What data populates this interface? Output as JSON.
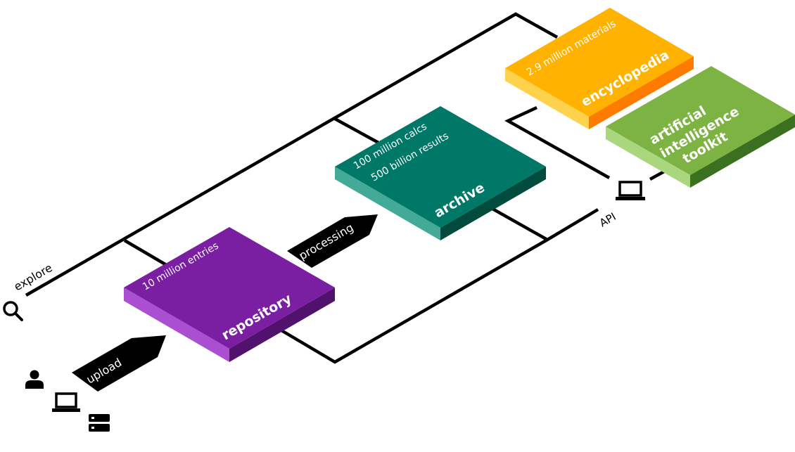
{
  "colors": {
    "repository": {
      "top": "#7a1fa2",
      "left": "#a94fd0",
      "right": "#51126e"
    },
    "archive": {
      "top": "#007867",
      "left": "#42aa96",
      "right": "#004a3e"
    },
    "encyclopedia": {
      "top": "#ffb300",
      "left": "#ffd24d",
      "right": "#ff7b00"
    },
    "ai_toolkit": {
      "top": "#7cb342",
      "left": "#aad67d",
      "right": "#3b7020"
    }
  },
  "labels": {
    "explore": "explore",
    "upload": "upload",
    "processing": "processing",
    "api": "API"
  },
  "repository": {
    "title": "repository",
    "stats": [
      "10 million entries"
    ]
  },
  "archive": {
    "title": "archive",
    "stats": [
      "100 million calcs",
      "500 billion results"
    ]
  },
  "encyclopedia": {
    "title": "encyclopedia",
    "stats": [
      "2.9 million materials"
    ]
  },
  "ai_toolkit": {
    "title_lines": [
      "artificial",
      "intelligence",
      "toolkit"
    ]
  },
  "icons": {
    "explore": "search-icon",
    "user": "user-icon",
    "laptop": "laptop-icon",
    "server": "server-icon",
    "api": "laptop-icon"
  }
}
